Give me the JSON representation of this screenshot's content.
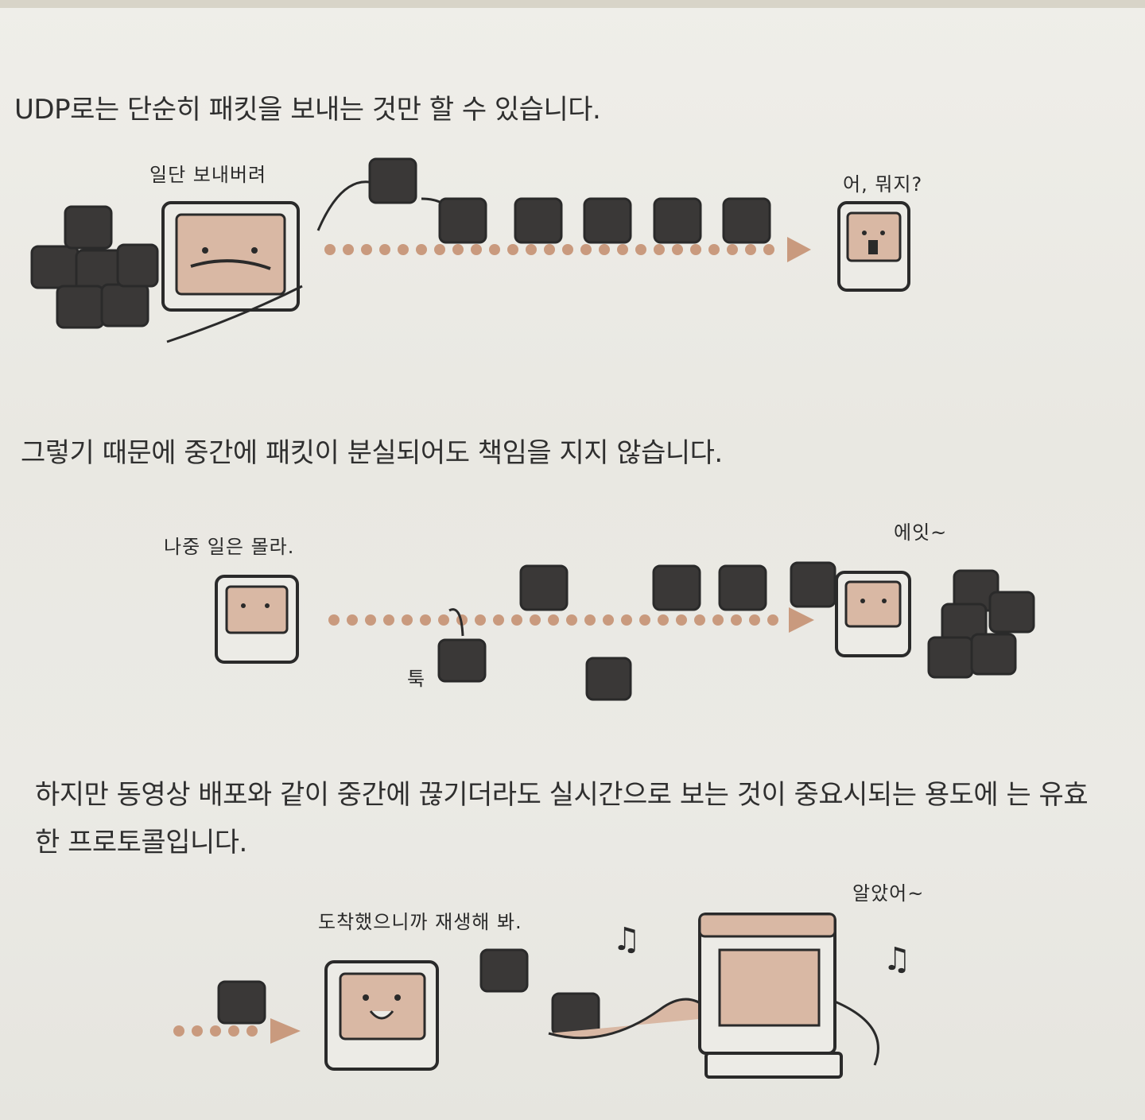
{
  "text": {
    "p1": "UDP로는 단순히 패킷을 보내는 것만 할 수 있습니다.",
    "p2": "그렇기 때문에 중간에 패킷이 분실되어도 책임을 지지 않습니다.",
    "p3": "하지만 동영상 배포와 같이 중간에 끊기더라도 실시간으로 보는 것이 중요시되는 용도에 는 유효한 프로토콜입니다."
  },
  "speech": {
    "s1": "일단 보내버려",
    "s2": "어, 뭐지?",
    "s3": "나중 일은 몰라.",
    "s4": "에잇~",
    "s5": "툭",
    "s6": "도착했으니까 재생해 봐.",
    "s7": "알았어~"
  },
  "colors": {
    "ink": "#2a2a2a",
    "skin": "#d9b8a4",
    "dot": "#c99a7e",
    "packet": "#3a3837",
    "page": "#ecebe6"
  }
}
